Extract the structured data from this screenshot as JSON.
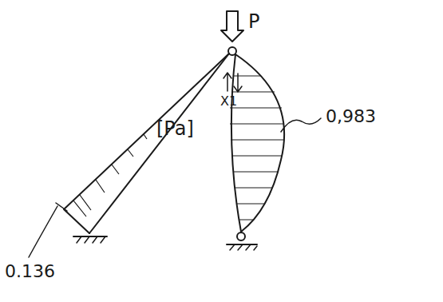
{
  "diagram": {
    "labels": [
      "P",
      "X1",
      "0,983",
      "[Pa]",
      "0.136"
    ]
  }
}
